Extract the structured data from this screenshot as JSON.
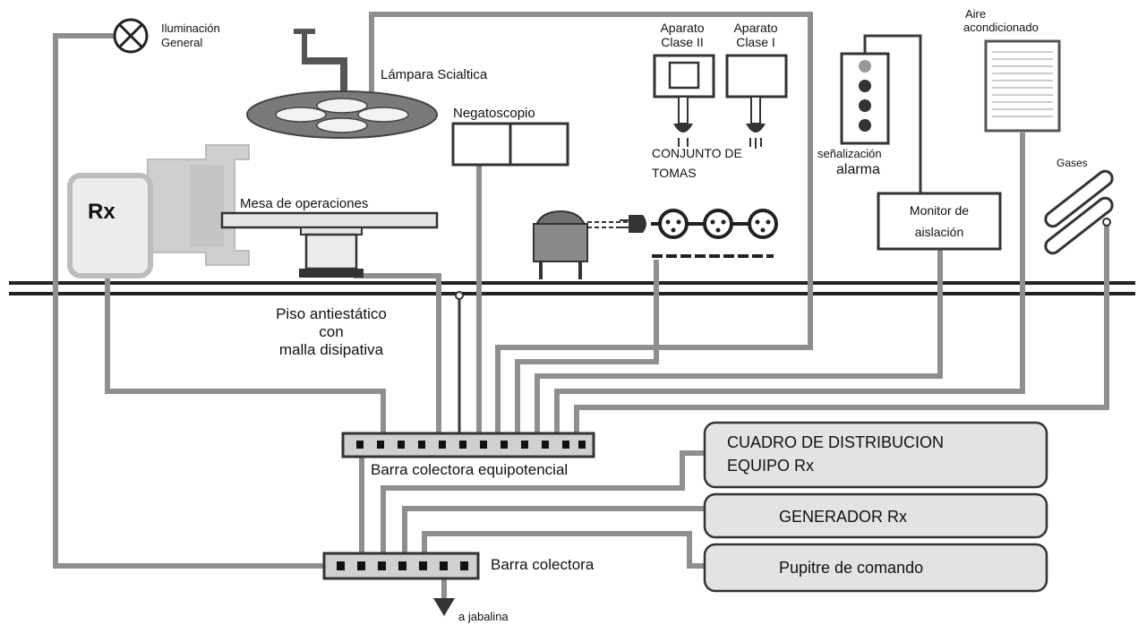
{
  "labels": {
    "iluminacion": [
      "Iluminación",
      "General"
    ],
    "lampara": "Lámpara Scialtica",
    "negatoscopio": "Negatoscopio",
    "aparato_ii": [
      "Aparato",
      "Clase II"
    ],
    "aparato_i": [
      "Aparato",
      "Clase I"
    ],
    "conjunto_tomas": [
      "CONJUNTO DE",
      "TOMAS"
    ],
    "senalizacion": [
      "señalización",
      "alarma"
    ],
    "aire": [
      "Aire",
      "acondicionado"
    ],
    "gases": "Gases",
    "rx": "Rx",
    "mesa": "Mesa de operaciones",
    "monitor": [
      "Monitor  de",
      "aislación"
    ],
    "piso": [
      "Piso antiestático",
      "con",
      "malla disipativa"
    ],
    "barra_equipotencial": "Barra colectora equipotencial",
    "barra_colectora": "Barra colectora",
    "jabalina": "a jabalina"
  },
  "boxes": {
    "cuadro": [
      "CUADRO DE DISTRIBUCION",
      "EQUIPO Rx"
    ],
    "generador": "GENERADOR Rx",
    "pupitre": "Pupitre de comando"
  },
  "colors": {
    "dark_wire": "#3a3a3a",
    "gray_wire": "#8f8f8f",
    "box_fill": "#e3e3e3",
    "bar_fill": "#d0d0d0"
  }
}
